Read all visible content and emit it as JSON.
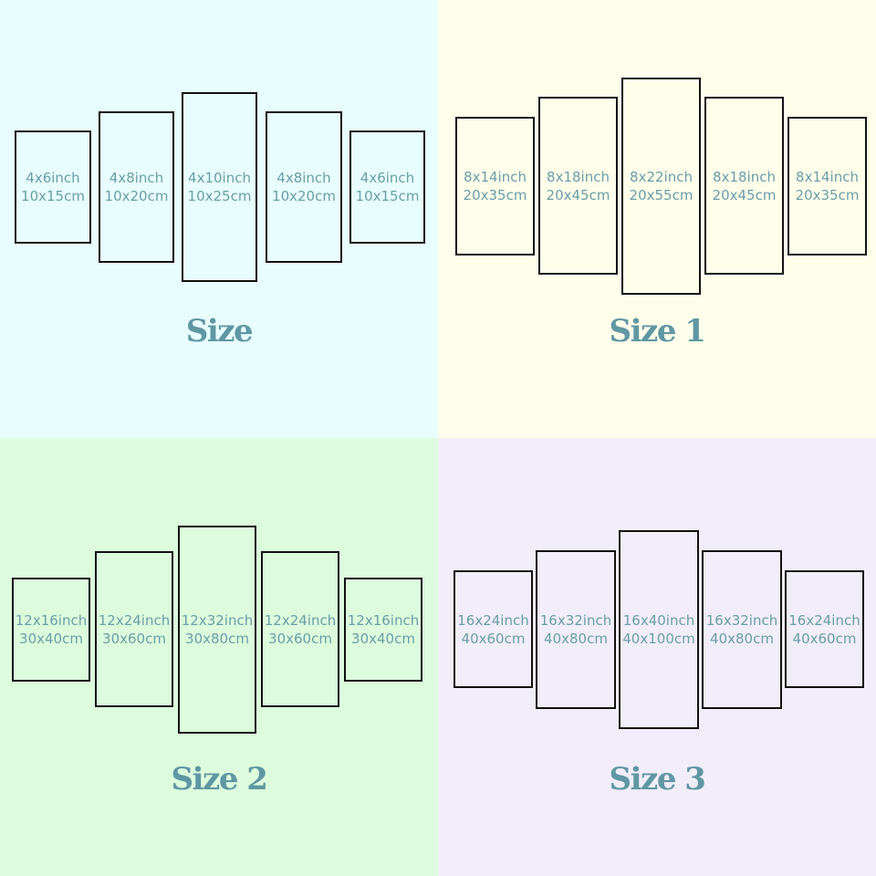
{
  "colors": {
    "size_bg": "#e8fdfd",
    "size1_bg": "#fffeeb",
    "size2_bg": "#dcfcdd",
    "size3_bg": "#f1edf9",
    "frame": "#111111",
    "label_text": "#6a9ea6",
    "title_text": "#5f97a3"
  },
  "sizes": [
    {
      "title": "Size",
      "panels": [
        {
          "inch": "4x6inch",
          "cm": "10x15cm"
        },
        {
          "inch": "4x8inch",
          "cm": "10x20cm"
        },
        {
          "inch": "4x10inch",
          "cm": "10x25cm"
        },
        {
          "inch": "4x8inch",
          "cm": "10x20cm"
        },
        {
          "inch": "4x6inch",
          "cm": "10x15cm"
        }
      ]
    },
    {
      "title": "Size 1",
      "panels": [
        {
          "inch": "8x14inch",
          "cm": "20x35cm"
        },
        {
          "inch": "8x18inch",
          "cm": "20x45cm"
        },
        {
          "inch": "8x22inch",
          "cm": "20x55cm"
        },
        {
          "inch": "8x18inch",
          "cm": "20x45cm"
        },
        {
          "inch": "8x14inch",
          "cm": "20x35cm"
        }
      ]
    },
    {
      "title": "Size 2",
      "panels": [
        {
          "inch": "12x16inch",
          "cm": "30x40cm"
        },
        {
          "inch": "12x24inch",
          "cm": "30x60cm"
        },
        {
          "inch": "12x32inch",
          "cm": "30x80cm"
        },
        {
          "inch": "12x24inch",
          "cm": "30x60cm"
        },
        {
          "inch": "12x16inch",
          "cm": "30x40cm"
        }
      ]
    },
    {
      "title": "Size 3",
      "panels": [
        {
          "inch": "16x24inch",
          "cm": "40x60cm"
        },
        {
          "inch": "16x32inch",
          "cm": "40x80cm"
        },
        {
          "inch": "16x40inch",
          "cm": "40x100cm"
        },
        {
          "inch": "16x32inch",
          "cm": "40x80cm"
        },
        {
          "inch": "16x24inch",
          "cm": "40x60cm"
        }
      ]
    }
  ]
}
